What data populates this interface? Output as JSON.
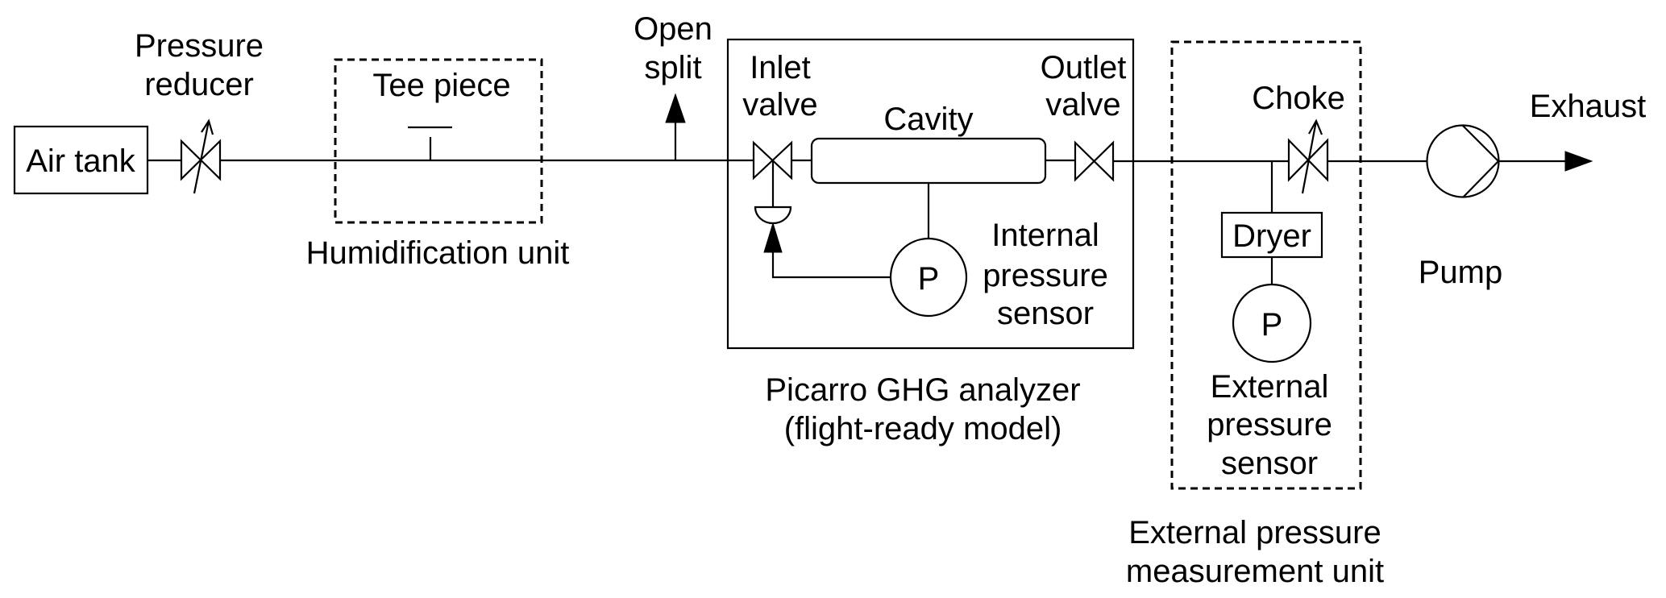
{
  "diagram": {
    "type": "gas flow schematic",
    "colors": {
      "stroke": "#000000",
      "background": "#ffffff"
    },
    "components": {
      "air_tank": {
        "label": "Air tank"
      },
      "pressure_reducer": {
        "label_line1": "Pressure",
        "label_line2": "reducer"
      },
      "humidification_unit": {
        "label": "Humidification unit",
        "tee_label": "Tee piece"
      },
      "open_split": {
        "label_line1": "Open",
        "label_line2": "split"
      },
      "picarro": {
        "label_line1": "Picarro GHG analyzer",
        "label_line2": "(flight-ready model)",
        "inlet_valve_line1": "Inlet",
        "inlet_valve_line2": "valve",
        "cavity": "Cavity",
        "outlet_valve_line1": "Outlet",
        "outlet_valve_line2": "valve",
        "internal_sensor_line1": "Internal",
        "internal_sensor_line2": "pressure",
        "internal_sensor_line3": "sensor",
        "internal_sensor_symbol": "P"
      },
      "external_unit": {
        "label_line1": "External pressure",
        "label_line2": "measurement unit",
        "choke": "Choke",
        "dryer": "Dryer",
        "sensor_symbol": "P",
        "sensor_line1": "External",
        "sensor_line2": "pressure",
        "sensor_line3": "sensor"
      },
      "pump": {
        "label": "Pump"
      },
      "exhaust": {
        "label": "Exhaust"
      }
    },
    "flow_order": [
      "Air tank",
      "Pressure reducer",
      "Tee piece",
      "Open split",
      "Inlet valve",
      "Cavity",
      "Outlet valve",
      "Choke",
      "Pump",
      "Exhaust"
    ],
    "connections": [
      {
        "from": "Air tank",
        "to": "Pressure reducer"
      },
      {
        "from": "Pressure reducer",
        "to": "Tee piece"
      },
      {
        "from": "Tee piece",
        "to": "Open split"
      },
      {
        "from": "Open split",
        "to": "Inlet valve"
      },
      {
        "from": "Inlet valve",
        "to": "Cavity"
      },
      {
        "from": "Cavity",
        "to": "Outlet valve"
      },
      {
        "from": "Cavity",
        "to": "Internal pressure sensor"
      },
      {
        "from": "Internal pressure sensor",
        "to": "Inlet valve",
        "kind": "control feedback"
      },
      {
        "from": "Outlet valve",
        "to": "Choke"
      },
      {
        "from": "Outlet valve",
        "to": "Dryer"
      },
      {
        "from": "Dryer",
        "to": "External pressure sensor"
      },
      {
        "from": "Choke",
        "to": "Pump"
      },
      {
        "from": "Pump",
        "to": "Exhaust"
      }
    ]
  }
}
